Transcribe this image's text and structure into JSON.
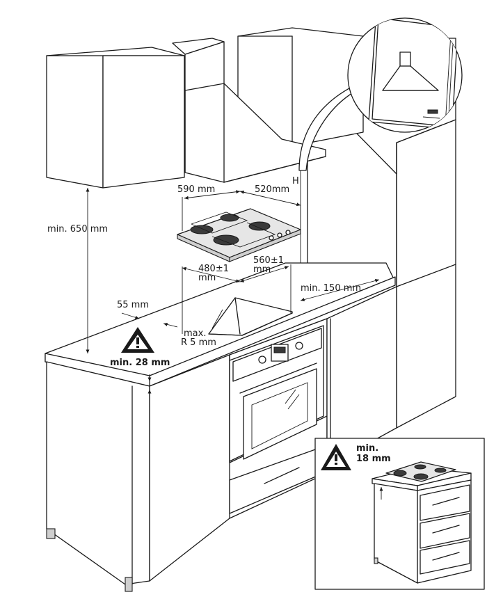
{
  "labels": {
    "min_650": "min. 650 mm",
    "w_590": "590 mm",
    "d_520": "520mm",
    "h_label": "H",
    "cut_480_a": "480±1",
    "cut_480_b": "mm",
    "cut_560_a": "560±1",
    "cut_560_b": "mm",
    "min_150": "min. 150 mm",
    "edge_55": "55 mm",
    "radius_a": "max.",
    "radius_b": "R 5 mm",
    "worktop_28": "min. 28 mm",
    "inset_18_a": "min.",
    "inset_18_b": "18 mm"
  },
  "icons": {
    "warning_main": "warning-triangle-icon",
    "warning_inset": "warning-triangle-icon",
    "arrow": "curved-arrow-icon"
  },
  "colors": {
    "line": "#1a1a1a",
    "background": "#ffffff",
    "shade": "#e6e6e6"
  }
}
